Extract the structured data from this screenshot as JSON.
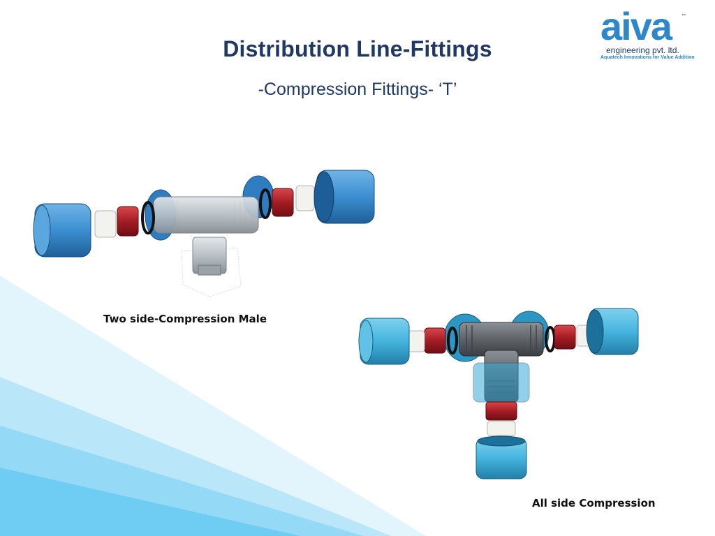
{
  "title": "Distribution Line-Fittings",
  "subtitle": "-Compression Fittings- ‘T’",
  "logo": {
    "word": "aiva",
    "trademark": "™",
    "company": "engineering pvt. ltd.",
    "tagline": "Aquatech Innovations for Value Addition"
  },
  "figures": [
    {
      "caption": "Two side-Compression Male"
    },
    {
      "caption": "All side Compression"
    }
  ],
  "colors": {
    "title": "#1f3864",
    "logo_blue": "#2d87c8",
    "cap_blue": "#3c8fd1",
    "cap_blue_light": "#45b4de",
    "collet_red": "#a51c24",
    "body_grey": "#b9c0c6",
    "body_dark": "#5f6368",
    "decor_light": "#d6f0fb",
    "decor_mid": "#a9def6",
    "decor_strong": "#6fcdf3"
  }
}
